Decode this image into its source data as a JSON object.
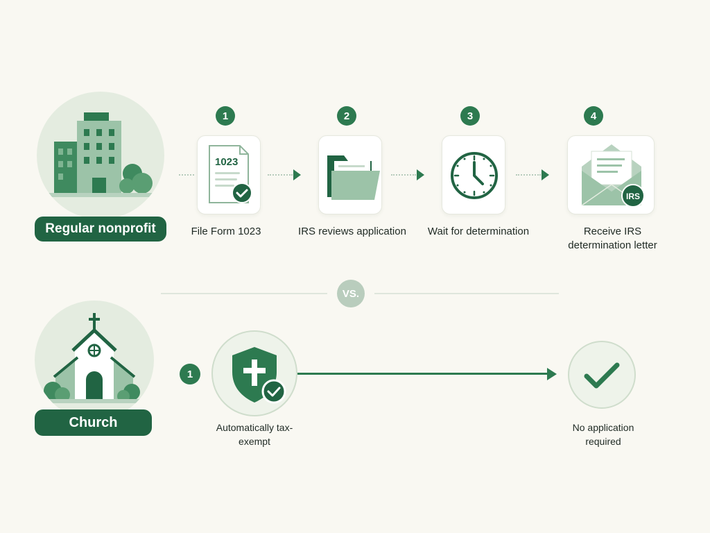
{
  "regular": {
    "label": "Regular nonprofit",
    "steps": [
      {
        "number": "1",
        "label": "File Form 1023",
        "form_number": "1023"
      },
      {
        "number": "2",
        "label": "IRS reviews application"
      },
      {
        "number": "3",
        "label": "Wait for determination"
      },
      {
        "number": "4",
        "label": "Receive IRS determination letter",
        "badge_text": "IRS"
      }
    ]
  },
  "vs_label": "VS.",
  "church": {
    "label": "Church",
    "step_number": "1",
    "left_label": "Automatically tax-exempt",
    "right_label": "No application required"
  },
  "colors": {
    "primary": "#216443",
    "accent": "#2d7a50",
    "light": "#e4ece0",
    "background": "#f9f8f2"
  }
}
